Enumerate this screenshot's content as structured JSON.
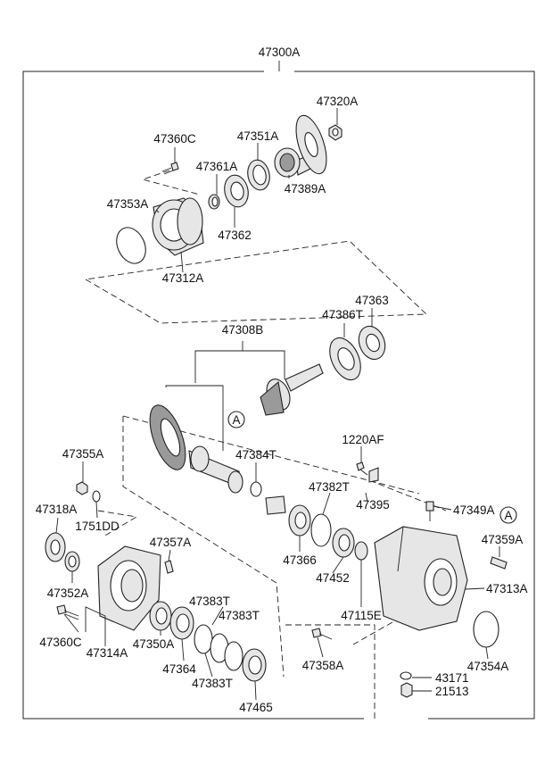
{
  "assembly_label": "47300A",
  "reference_marker": "A",
  "parts": [
    {
      "id": "p47320A",
      "number": "47320A"
    },
    {
      "id": "p47360C_top",
      "number": "47360C"
    },
    {
      "id": "p47351A",
      "number": "47351A"
    },
    {
      "id": "p47361A",
      "number": "47361A"
    },
    {
      "id": "p47389A",
      "number": "47389A"
    },
    {
      "id": "p47353A",
      "number": "47353A"
    },
    {
      "id": "p47362",
      "number": "47362"
    },
    {
      "id": "p47312A",
      "number": "47312A"
    },
    {
      "id": "p47363",
      "number": "47363"
    },
    {
      "id": "p47386T",
      "number": "47386T"
    },
    {
      "id": "p47308B",
      "number": "47308B"
    },
    {
      "id": "p1220AF",
      "number": "1220AF"
    },
    {
      "id": "p47355A",
      "number": "47355A"
    },
    {
      "id": "p47384T",
      "number": "47384T"
    },
    {
      "id": "p47382T",
      "number": "47382T"
    },
    {
      "id": "p47318A",
      "number": "47318A"
    },
    {
      "id": "p1751DD",
      "number": "1751DD"
    },
    {
      "id": "p47395",
      "number": "47395"
    },
    {
      "id": "p47349A",
      "number": "47349A"
    },
    {
      "id": "p47357A",
      "number": "47357A"
    },
    {
      "id": "p47359A",
      "number": "47359A"
    },
    {
      "id": "p47366",
      "number": "47366"
    },
    {
      "id": "p47452",
      "number": "47452"
    },
    {
      "id": "p47352A",
      "number": "47352A"
    },
    {
      "id": "p47313A",
      "number": "47313A"
    },
    {
      "id": "p47383T_a",
      "number": "47383T"
    },
    {
      "id": "p47383T_b",
      "number": "47383T"
    },
    {
      "id": "p47115E",
      "number": "47115E"
    },
    {
      "id": "p47360C_bot",
      "number": "47360C"
    },
    {
      "id": "p47314A",
      "number": "47314A"
    },
    {
      "id": "p47350A",
      "number": "47350A"
    },
    {
      "id": "p47364",
      "number": "47364"
    },
    {
      "id": "p47358A",
      "number": "47358A"
    },
    {
      "id": "p47354A",
      "number": "47354A"
    },
    {
      "id": "p43171",
      "number": "43171"
    },
    {
      "id": "p47383T_c",
      "number": "47383T"
    },
    {
      "id": "p21513",
      "number": "21513"
    },
    {
      "id": "p47465",
      "number": "47465"
    }
  ]
}
